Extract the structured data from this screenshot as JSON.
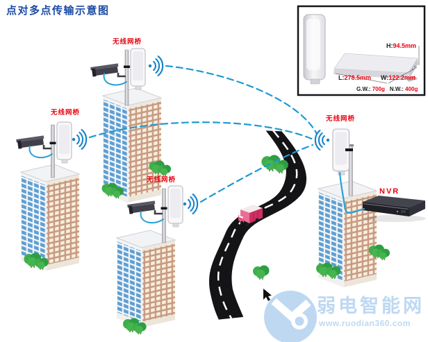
{
  "title": "点对多点传输示意图",
  "nodes": {
    "bridge_label_top": "无线网桥",
    "bridge_label_left": "无线网桥",
    "bridge_label_mid": "无线网桥",
    "bridge_label_right": "无线网桥",
    "nvr_label": "NVR"
  },
  "inset": {
    "h_label": "H:",
    "h_value": "94.5mm",
    "l_label": "L:",
    "l_value": "278.5mm",
    "w_label": "W:",
    "w_value": "122.2mm",
    "gw_label": "G.W.:",
    "gw_value": "700g",
    "nw_label": "N.W.:",
    "nw_value": "400g"
  },
  "watermark": {
    "site_name": "弱电智能网",
    "site_url": "www.ruodian360.com"
  },
  "colors": {
    "title_blue": "#1c4ba6",
    "label_red": "#e8000d",
    "link_blue": "#1b9ad2",
    "cable_blue": "#2aa0d8",
    "watermark_blue": "#bed8f2",
    "building_window_blue": "#5e9fd3",
    "building_wall_tan": "#c89a82",
    "road_black": "#141417",
    "tree_green": "#2e9e42"
  }
}
